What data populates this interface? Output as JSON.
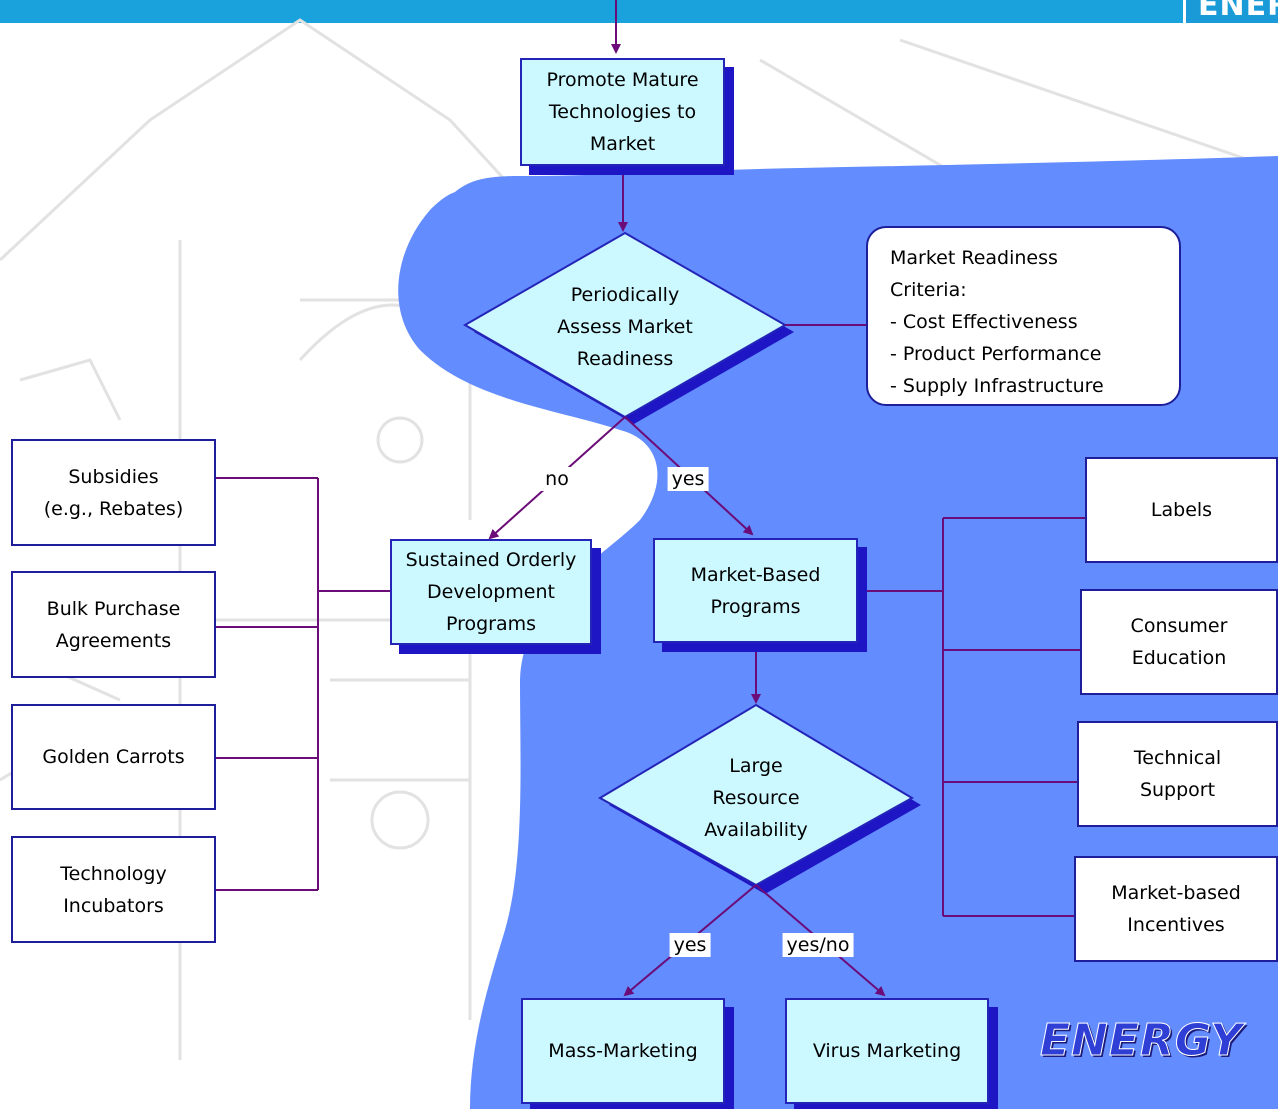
{
  "header": {
    "brand_tag": "ENER"
  },
  "nodes": {
    "promote": "Promote Mature\nTechnologies to\nMarket",
    "assess": "Periodically\nAssess Market\nReadiness",
    "sustained": "Sustained Orderly\nDevelopment\nPrograms",
    "market_based": "Market-Based\nPrograms",
    "resource": "Large\nResource\nAvailability",
    "mass": "Mass-Marketing",
    "virus": "Virus Marketing"
  },
  "criteria": {
    "lines": [
      "Market Readiness",
      "Criteria:",
      "- Cost Effectiveness",
      "- Product Performance",
      "- Supply Infrastructure"
    ]
  },
  "left_options": [
    "Subsidies\n(e.g., Rebates)",
    "Bulk Purchase\nAgreements",
    "Golden Carrots",
    "Technology\nIncubators"
  ],
  "right_options": [
    "Labels",
    "Consumer\nEducation",
    "Technical\nSupport",
    "Market-based\nIncentives"
  ],
  "edge_labels": {
    "no": "no",
    "yes_assess": "yes",
    "yes_resource": "yes",
    "yes_no": "yes/no"
  },
  "brand": "ENERGY",
  "colors": {
    "header_bar": "#1aa2dc",
    "region": "#638cff",
    "process_fill": "#ccf8ff",
    "shadow": "#1e16c4",
    "connector": "#6c0c78"
  }
}
